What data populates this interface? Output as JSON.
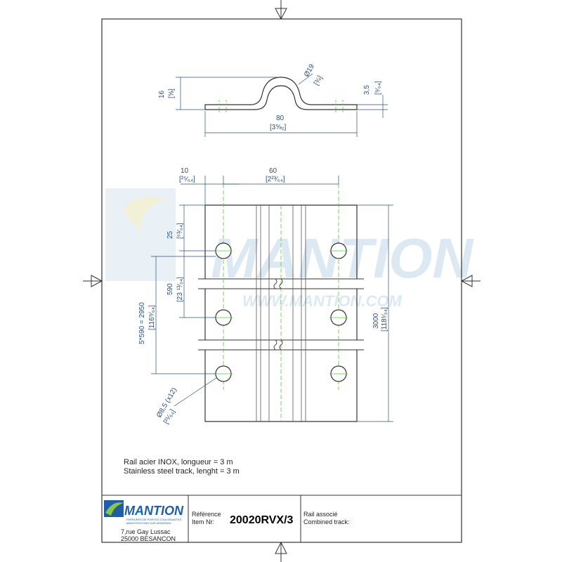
{
  "colors": {
    "line": "#333333",
    "dimension": "#2a4f7a",
    "centerline": "#55cc33",
    "watermark": "#dce8f2",
    "logo_blue": "#1e5fa8",
    "logo_green": "#8cc63f"
  },
  "watermark": {
    "name": "MANTION",
    "url": "WWW.MANTION.COM"
  },
  "profile_view": {
    "height_label": "16",
    "height_frac": "[⅝]",
    "diameter_label": "Ø19",
    "diameter_frac": "[¾]",
    "thickness_label": "3,5",
    "thickness_frac": "[⁹⁄₆₄]",
    "width_label": "80",
    "width_frac": "[3⅝₂]"
  },
  "plan_view": {
    "edge_offset_label": "10",
    "edge_offset_frac": "[²⁵⁄₆₄]",
    "hole_spacing_label": "60",
    "hole_spacing_frac": "[2²³⁄₆₄]",
    "first_hole_label": "25",
    "first_hole_frac": "[⁶³⁄₆₄]",
    "pitch_label": "590",
    "pitch_frac": "[23 ¹³⁄₆₄]",
    "total_pitch_label": "5*590 = 2950",
    "total_pitch_frac": "[116⁹⁄₆₄]",
    "length_label": "3000",
    "length_frac": "[118¹⁄₆₄]",
    "hole_label": "Ø8,5 (x12)",
    "hole_frac": "[²¹⁄₆₄]"
  },
  "notes": {
    "line1": "Rail acier INOX, longueur = 3 m",
    "line2": "Stainless steel track, lenght = 3 m"
  },
  "title_block": {
    "brand": "MANTION",
    "tagline1": "FERRURES DE PORTES COULISSANTES",
    "tagline2": "MANUTENTIONS SUR MONORAIL",
    "address1": "7,rue Gay Lussac",
    "address2": "25000 BESANCON",
    "ref_label_fr": "Référence",
    "ref_label_en": "Item Nr:",
    "reference": "20020RVX/3",
    "assoc_label_fr": "Rail associé",
    "assoc_label_en": "Combined track:"
  }
}
